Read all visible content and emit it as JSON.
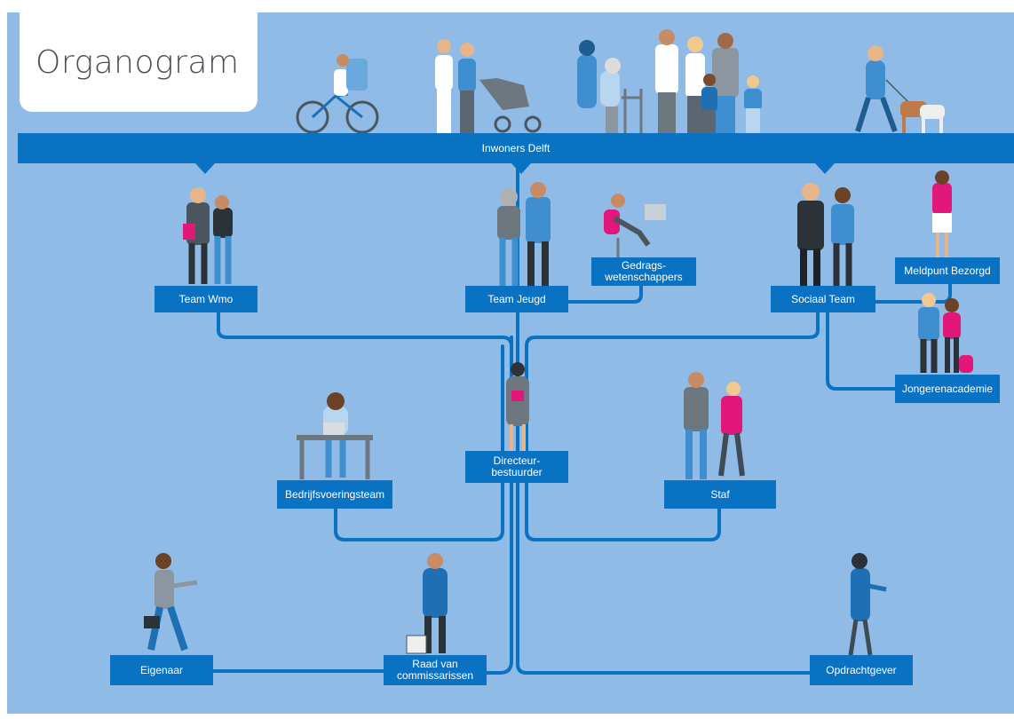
{
  "title": "Organogram",
  "banner": {
    "label": "Inwoners Delft"
  },
  "nodes": {
    "team_wmo": "Team Wmo",
    "team_jeugd": "Team Jeugd",
    "gedragswetenschappers": "Gedrags-\nwetenschappers",
    "sociaal_team": "Sociaal Team",
    "meldpunt_bezorgd": "Meldpunt Bezorgd",
    "jongerenacademie": "Jongerenacademie",
    "directeur_bestuurder": "Directeur-\nbestuurder",
    "bedrijfsvoeringsteam": "Bedrijfsvoeringsteam",
    "staf": "Staf",
    "eigenaar": "Eigenaar",
    "raad_van_commissarissen": "Raad van\ncommissarissen",
    "opdrachtgever": "Opdrachtgever"
  },
  "colors": {
    "background": "#8fbbe6",
    "box": "#0a72c2",
    "connector": "#0a72c2",
    "box_text": "#ffffff",
    "title_text": "#4a4f55"
  },
  "illustrations": [
    "cyclist-figure",
    "family-with-stroller-figure",
    "elderly-with-walker-figure",
    "family-group-figure",
    "dog-walker-figure",
    "team-wmo-people-figure",
    "team-jeugd-people-figure",
    "desk-worker-figure",
    "sociaal-team-people-figure",
    "meldpunt-woman-figure",
    "youth-pair-figure",
    "director-figure",
    "office-worker-figure",
    "staf-people-figure",
    "walking-owner-figure",
    "commissioner-figure",
    "client-woman-figure"
  ]
}
